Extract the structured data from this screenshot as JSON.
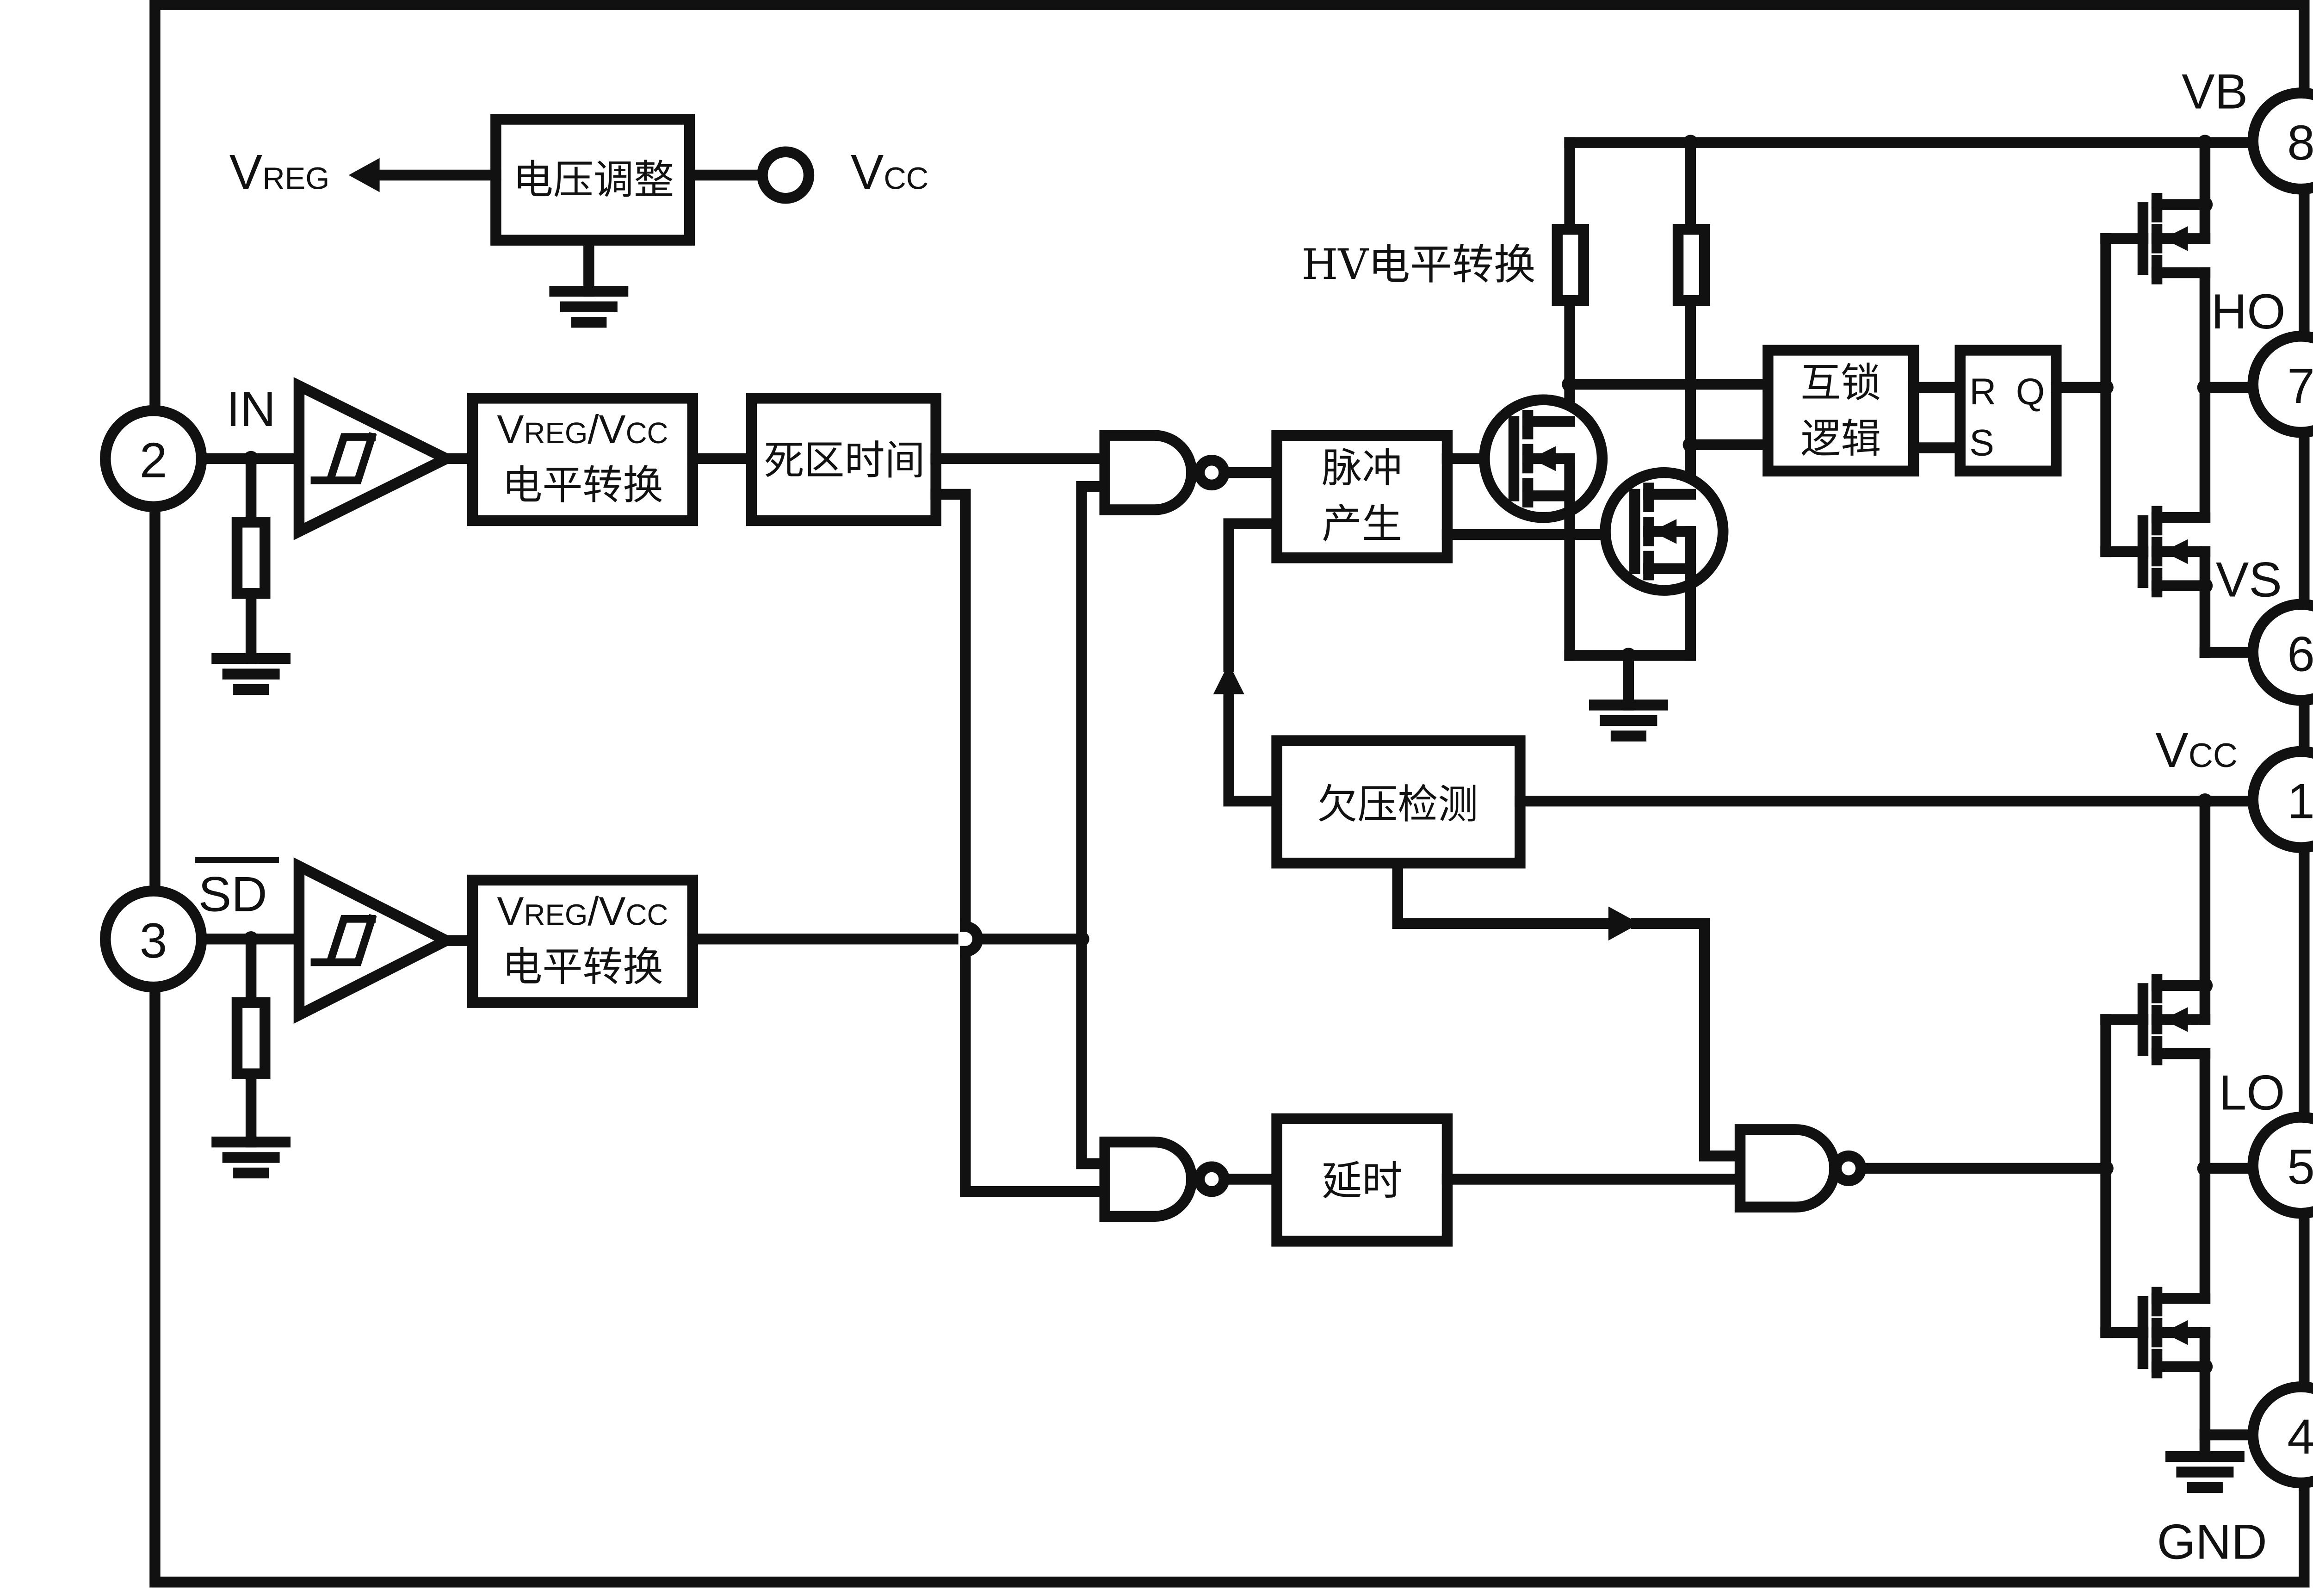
{
  "pins": {
    "pin1": {
      "number": "1",
      "label_main": "V",
      "label_sub": "CC"
    },
    "pin2": {
      "number": "2",
      "label": "IN"
    },
    "pin3": {
      "number": "3",
      "label": "SD"
    },
    "pin4": {
      "number": "4",
      "label": "GND"
    },
    "pin5": {
      "number": "5",
      "label": "LO"
    },
    "pin6": {
      "number": "6",
      "label": "VS"
    },
    "pin7": {
      "number": "7",
      "label": "HO"
    },
    "pin8": {
      "number": "8",
      "label": "VB"
    }
  },
  "regulator": {
    "block": "电压调整",
    "out_main": "V",
    "out_sub": "REG",
    "in_main": "V",
    "in_sub": "CC"
  },
  "blocks": {
    "level_shift_1": {
      "line1_a": "V",
      "line1_b": "REG",
      "line1_c": "/V",
      "line1_d": "CC",
      "line2": "电平转换"
    },
    "level_shift_2": {
      "line1_a": "V",
      "line1_b": "REG",
      "line1_c": "/V",
      "line1_d": "CC",
      "line2": "电平转换"
    },
    "dead_time": "死区时间",
    "pulse_gen": {
      "line1": "脉冲",
      "line2": "产生"
    },
    "hv_level_shift": "HV电平转换",
    "interlock": {
      "line1": "互锁",
      "line2": "逻辑"
    },
    "latch": {
      "r": "R",
      "s": "S",
      "q": "Q"
    },
    "uvlo": "欠压检测",
    "delay": "延时"
  }
}
